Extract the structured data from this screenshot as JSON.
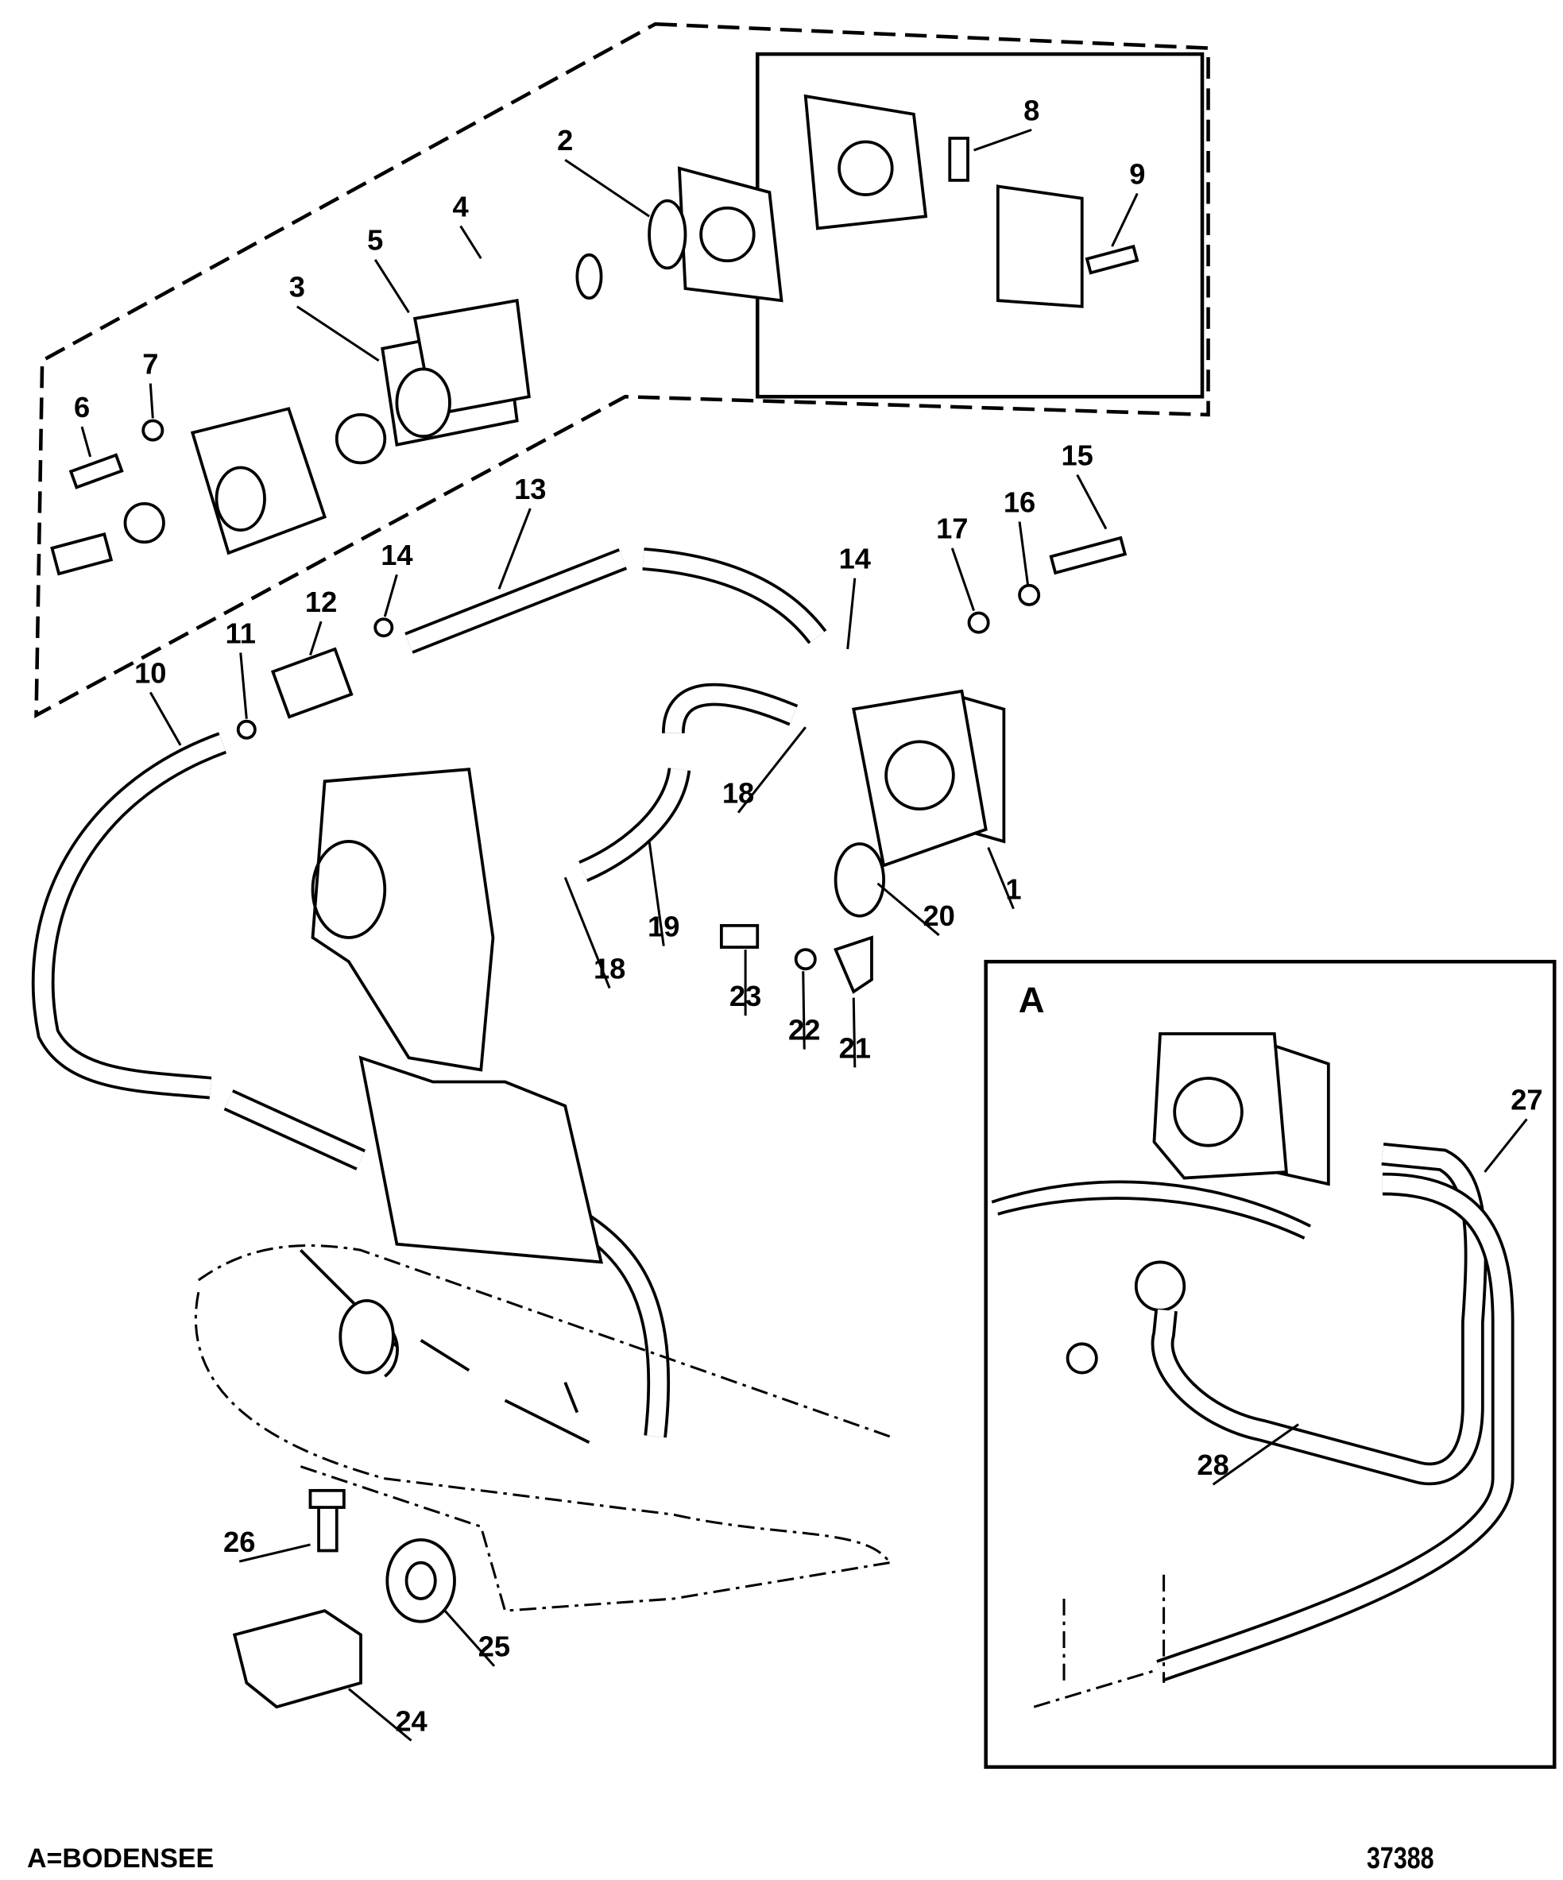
{
  "diagram": {
    "callouts": [
      {
        "id": "1",
        "text": "1"
      },
      {
        "id": "2",
        "text": "2"
      },
      {
        "id": "3",
        "text": "3"
      },
      {
        "id": "4",
        "text": "4"
      },
      {
        "id": "5",
        "text": "5"
      },
      {
        "id": "6",
        "text": "6"
      },
      {
        "id": "7",
        "text": "7"
      },
      {
        "id": "8",
        "text": "8"
      },
      {
        "id": "9",
        "text": "9"
      },
      {
        "id": "10",
        "text": "10"
      },
      {
        "id": "11",
        "text": "11"
      },
      {
        "id": "12",
        "text": "12"
      },
      {
        "id": "13",
        "text": "13"
      },
      {
        "id": "14a",
        "text": "14"
      },
      {
        "id": "14b",
        "text": "14"
      },
      {
        "id": "15",
        "text": "15"
      },
      {
        "id": "16",
        "text": "16"
      },
      {
        "id": "17",
        "text": "17"
      },
      {
        "id": "18a",
        "text": "18"
      },
      {
        "id": "18b",
        "text": "18"
      },
      {
        "id": "19",
        "text": "19"
      },
      {
        "id": "20",
        "text": "20"
      },
      {
        "id": "21",
        "text": "21"
      },
      {
        "id": "22",
        "text": "22"
      },
      {
        "id": "23",
        "text": "23"
      },
      {
        "id": "24",
        "text": "24"
      },
      {
        "id": "25",
        "text": "25"
      },
      {
        "id": "26",
        "text": "26"
      },
      {
        "id": "27",
        "text": "27"
      },
      {
        "id": "28",
        "text": "28"
      }
    ],
    "inset_label": "A",
    "legend": "A=BODENSEE",
    "document_number": "37388"
  }
}
